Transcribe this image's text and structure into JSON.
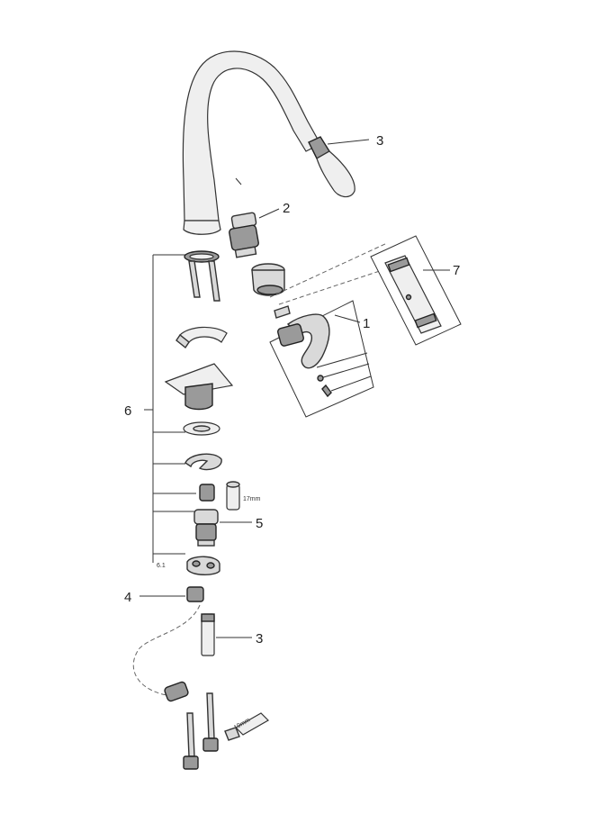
{
  "callouts": {
    "spout_head": "3",
    "aerator_set": "2",
    "lever_kit": "1",
    "handle_panel": "7",
    "mounting_group": "6",
    "cartridge": "5",
    "hose_weight": "4",
    "hose_end": "3",
    "sub_part": "6.1"
  },
  "dimensions": {
    "wrench_small": "17mm",
    "wrench_large": "19mm"
  }
}
